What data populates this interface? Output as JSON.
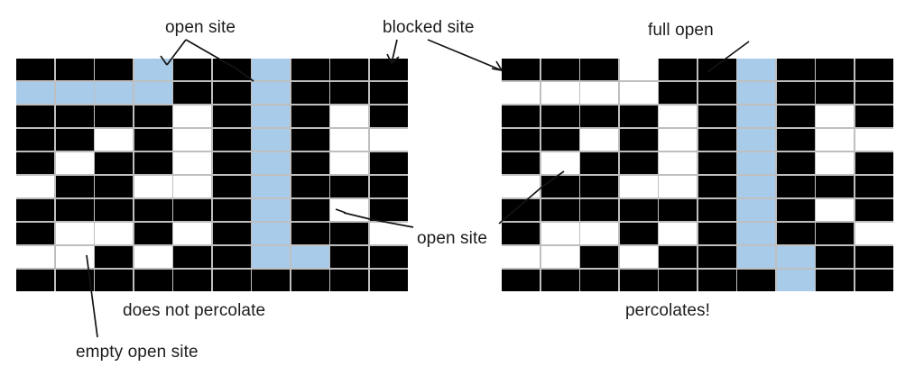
{
  "figure": {
    "title": "Percolation system: does not percolate vs percolates",
    "colors": {
      "blocked": "#000000",
      "open": "#ffffff",
      "full": "#a8cbea",
      "gridline": "#bfbfbf",
      "text": "#1d1d1d"
    },
    "legend_terms": {
      "open_site": "open site",
      "blocked_site": "blocked site",
      "full_open": "full open",
      "empty_open_site": "empty open site"
    }
  },
  "labels": {
    "open_site_top": "open site",
    "blocked_site": "blocked site",
    "full_open": "full open",
    "open_site_mid": "open site",
    "does_not_percolate": "does not percolate",
    "percolates": "percolates!",
    "empty_open_site": "empty open site"
  },
  "chart_data": {
    "type": "heatmap",
    "title": "Percolation grids",
    "xlabel": "",
    "ylabel": "",
    "grid_size": {
      "rows": 10,
      "cols": 10
    },
    "cell_legend": {
      "b": "blocked site",
      "o": "empty open site",
      "f": "full open site"
    },
    "panels": [
      {
        "name": "left-grid",
        "caption": "does not percolate",
        "percolates": false,
        "cells": [
          [
            "b",
            "b",
            "b",
            "f",
            "b",
            "b",
            "f",
            "b",
            "b",
            "b"
          ],
          [
            "f",
            "f",
            "f",
            "f",
            "b",
            "b",
            "f",
            "b",
            "b",
            "b"
          ],
          [
            "b",
            "b",
            "b",
            "b",
            "o",
            "b",
            "f",
            "b",
            "o",
            "b"
          ],
          [
            "b",
            "b",
            "o",
            "b",
            "o",
            "b",
            "f",
            "b",
            "o",
            "o"
          ],
          [
            "b",
            "o",
            "b",
            "b",
            "o",
            "b",
            "f",
            "b",
            "o",
            "b"
          ],
          [
            "o",
            "b",
            "b",
            "o",
            "o",
            "b",
            "f",
            "b",
            "b",
            "b"
          ],
          [
            "b",
            "b",
            "b",
            "b",
            "b",
            "b",
            "f",
            "b",
            "o",
            "b"
          ],
          [
            "b",
            "o",
            "o",
            "b",
            "o",
            "b",
            "f",
            "b",
            "b",
            "o"
          ],
          [
            "o",
            "o",
            "b",
            "o",
            "b",
            "b",
            "f",
            "f",
            "b",
            "b"
          ],
          [
            "b",
            "b",
            "b",
            "b",
            "b",
            "b",
            "b",
            "b",
            "b",
            "b"
          ]
        ]
      },
      {
        "name": "right-grid",
        "caption": "percolates!",
        "percolates": true,
        "cells": [
          [
            "b",
            "b",
            "b",
            "o",
            "b",
            "b",
            "f",
            "b",
            "b",
            "b"
          ],
          [
            "o",
            "o",
            "o",
            "o",
            "b",
            "b",
            "f",
            "b",
            "b",
            "b"
          ],
          [
            "b",
            "b",
            "b",
            "b",
            "o",
            "b",
            "f",
            "b",
            "o",
            "b"
          ],
          [
            "b",
            "b",
            "o",
            "b",
            "o",
            "b",
            "f",
            "b",
            "o",
            "o"
          ],
          [
            "b",
            "o",
            "b",
            "b",
            "o",
            "b",
            "f",
            "b",
            "o",
            "b"
          ],
          [
            "o",
            "b",
            "b",
            "o",
            "o",
            "b",
            "f",
            "b",
            "b",
            "b"
          ],
          [
            "b",
            "b",
            "b",
            "b",
            "b",
            "b",
            "f",
            "b",
            "o",
            "b"
          ],
          [
            "b",
            "o",
            "o",
            "b",
            "o",
            "b",
            "f",
            "b",
            "b",
            "o"
          ],
          [
            "o",
            "o",
            "b",
            "o",
            "b",
            "b",
            "f",
            "f",
            "b",
            "b"
          ],
          [
            "b",
            "b",
            "b",
            "b",
            "b",
            "b",
            "b",
            "f",
            "b",
            "b"
          ]
        ]
      }
    ]
  }
}
